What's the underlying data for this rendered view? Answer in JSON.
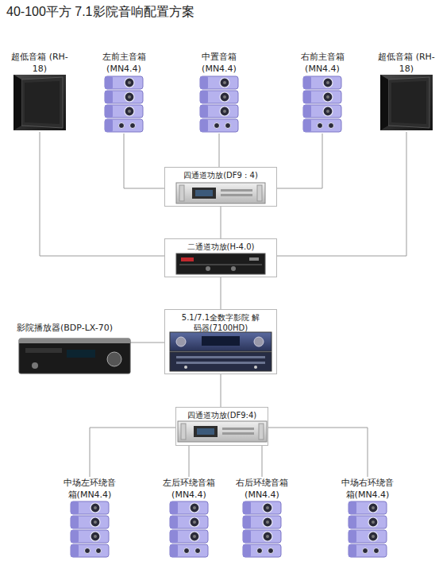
{
  "diagram": {
    "title": "40-100平方 7.1影院音响配置方案",
    "nodes": [
      {
        "text": [
          "超低音箱 (RH-18)"
        ]
      },
      {
        "text": [
          "左前主音箱 (MN4.4)"
        ]
      },
      {
        "text": [
          "中置音箱 (MN4.4)"
        ]
      },
      {
        "text": [
          "右前主音箱 (MN4.4)"
        ]
      },
      {
        "text": [
          "超低音箱 (RH-18)"
        ]
      },
      {
        "text": [
          "四通道功放(DF9 : 4)"
        ]
      },
      {
        "text": [
          "二通道功放(H-4.0)"
        ]
      },
      {
        "text": [
          "影院播放器(BDP-LX-70)"
        ]
      },
      {
        "text": [
          "5.1/7.1全数字影院 解码器(7100HD)"
        ]
      },
      {
        "text": [
          "四通道功放(DF9:4)"
        ]
      },
      {
        "text": [
          "中场左环绕音箱(MN4.4)"
        ]
      },
      {
        "text": [
          "左后环绕音箱 (MN4.4)"
        ]
      },
      {
        "text": [
          "右后环绕音箱 (MN4.4)"
        ]
      },
      {
        "text": [
          "中场右环绕音箱(MN4.4)"
        ]
      }
    ],
    "edges": [
      {
        "from": 5,
        "to": 1,
        "arrow": "none"
      },
      {
        "from": 5,
        "to": 2,
        "arrow": "none"
      },
      {
        "from": 5,
        "to": 3,
        "arrow": "none"
      },
      {
        "from": 6,
        "to": 0,
        "arrow": "none"
      },
      {
        "from": 6,
        "to": 4,
        "arrow": "none"
      },
      {
        "from": 6,
        "to": 5,
        "arrow": "none"
      },
      {
        "from": 8,
        "to": 6,
        "arrow": "none"
      },
      {
        "from": 7,
        "to": 8,
        "arrow": "none"
      },
      {
        "from": 8,
        "to": 9,
        "arrow": "none"
      },
      {
        "from": 9,
        "to": 10,
        "arrow": "none"
      },
      {
        "from": 9,
        "to": 11,
        "arrow": "none"
      },
      {
        "from": 9,
        "to": 12,
        "arrow": "none"
      },
      {
        "from": 9,
        "to": 13,
        "arrow": "none"
      }
    ]
  }
}
